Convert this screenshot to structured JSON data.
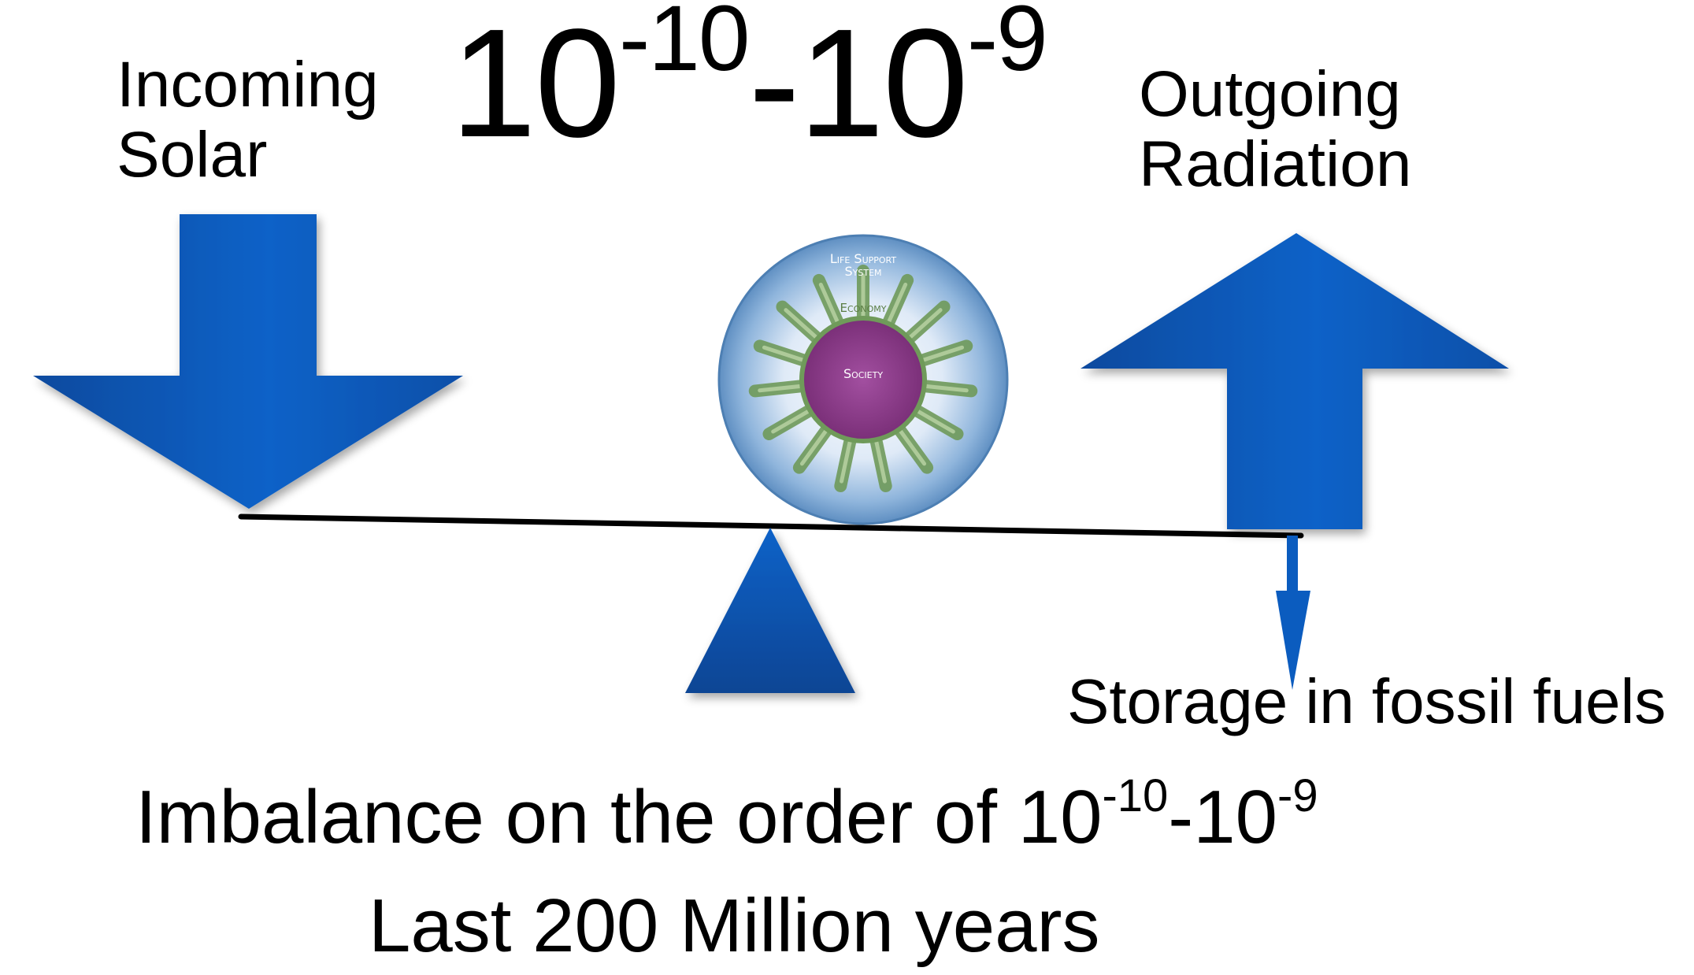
{
  "colors": {
    "arrow_blue": "#0b5cbf",
    "arrow_blue_dark": "#0d3f8e",
    "beam": "#000000",
    "sphere_outer": "#6e9ccb",
    "sphere_inner": "#e8f1fb",
    "economy_green": "#6f9a5a",
    "society_purple": "#8e3f8c"
  },
  "labels": {
    "incoming_line1": "Incoming",
    "incoming_line2": "Solar",
    "outgoing_line1": "Outgoing",
    "outgoing_line2": "Radiation",
    "storage": "Storage in fossil fuels"
  },
  "title": {
    "base1": "10",
    "exp1": "-10",
    "dash": "-",
    "base2": "10",
    "exp2": "-9"
  },
  "caption": {
    "imbalance_prefix": "Imbalance on the order of 10",
    "imbalance_exp1": "-10",
    "imbalance_mid": "-10",
    "imbalance_exp2": "-9",
    "last": "Last 200 Million years"
  },
  "sphere": {
    "outer_label_line1": "Life Support",
    "outer_label_line2": "System",
    "middle_label": "Economy",
    "inner_label": "Society"
  },
  "icons": {
    "incoming_arrow": "down-arrow-icon",
    "outgoing_arrow": "up-arrow-icon",
    "storage_arrow": "thin-down-arrow-icon",
    "fulcrum": "triangle-fulcrum-icon",
    "system_sphere": "nested-systems-sphere-icon"
  }
}
